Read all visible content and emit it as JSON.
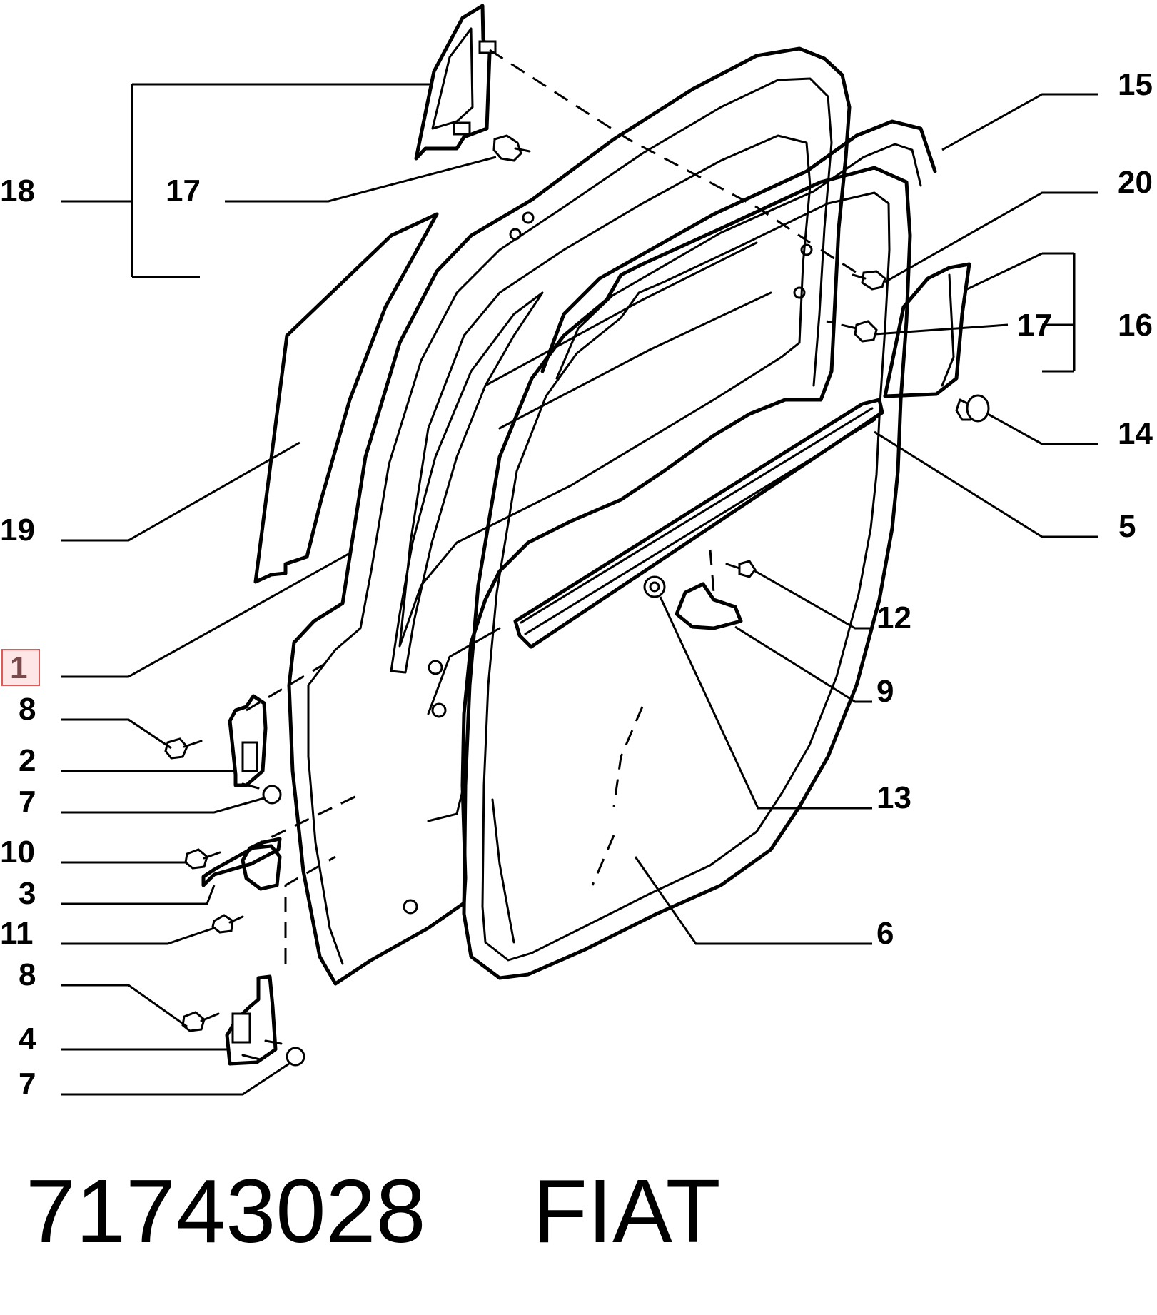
{
  "diagram": {
    "callouts": {
      "c15": "15",
      "c20": "20",
      "c16": "16",
      "c17_right": "17",
      "c14": "14",
      "c5": "5",
      "c12": "12",
      "c9": "9",
      "c13": "13",
      "c6": "6",
      "c18": "18",
      "c17_left": "17",
      "c19": "19",
      "c1": "1",
      "c8_top": "8",
      "c2": "2",
      "c7_top": "7",
      "c10": "10",
      "c3": "3",
      "c11": "11",
      "c8_bottom": "8",
      "c4": "4",
      "c7_bottom": "7"
    },
    "highlighted_callout": "1"
  },
  "footer": {
    "part_number": "71743028",
    "brand": "FIAT"
  }
}
